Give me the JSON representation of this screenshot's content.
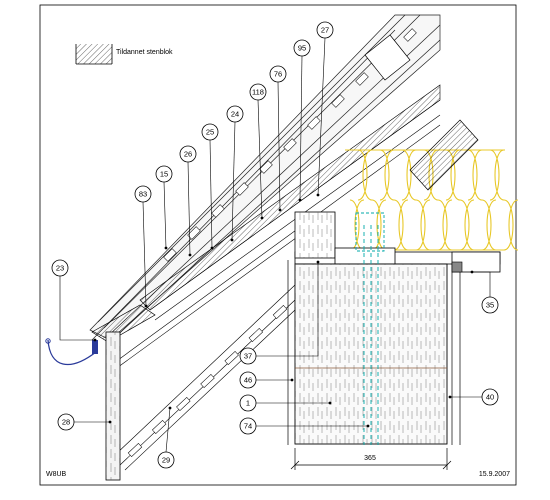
{
  "legend": {
    "label": "Tildannet stenblok"
  },
  "callouts": [
    {
      "id": "c27",
      "label": "27"
    },
    {
      "id": "c95",
      "label": "95"
    },
    {
      "id": "c76",
      "label": "76"
    },
    {
      "id": "c118",
      "label": "118"
    },
    {
      "id": "c24",
      "label": "24"
    },
    {
      "id": "c25",
      "label": "25"
    },
    {
      "id": "c26",
      "label": "26"
    },
    {
      "id": "c15",
      "label": "15"
    },
    {
      "id": "c83",
      "label": "83"
    },
    {
      "id": "c23",
      "label": "23"
    },
    {
      "id": "c35",
      "label": "35"
    },
    {
      "id": "c37",
      "label": "37"
    },
    {
      "id": "c46",
      "label": "46"
    },
    {
      "id": "c1",
      "label": "1"
    },
    {
      "id": "c74",
      "label": "74"
    },
    {
      "id": "c40",
      "label": "40"
    },
    {
      "id": "c28",
      "label": "28"
    },
    {
      "id": "c29",
      "label": "29"
    }
  ],
  "dimension": {
    "value": "365"
  },
  "footer": {
    "left": "W8UB",
    "right": "15.9.2007"
  },
  "colors": {
    "insulation": "#e8c828",
    "wire": "#00aaaa",
    "stroke": "#000000",
    "tile": "#333333",
    "wood": "#8a5a3a",
    "gutter": "#2a3a9a"
  }
}
